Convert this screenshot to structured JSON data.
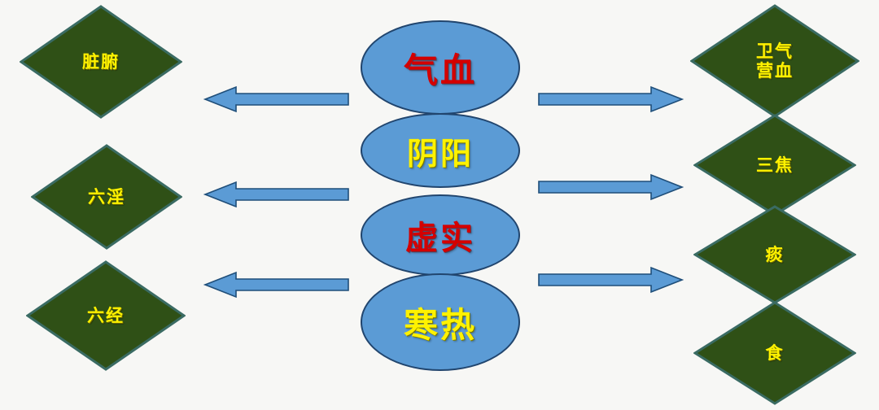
{
  "diagram": {
    "title": "",
    "background_color": "#f7f7f5",
    "palette": {
      "diamond_fill": "#2f5016",
      "diamond_border": "#3a6b63",
      "diamond_text": "#fff200",
      "ellipse_fill": "#5b9bd5",
      "ellipse_border": "#21456e",
      "ellipse_text_red": "#d40000",
      "ellipse_text_yellow": "#fff200",
      "arrow_fill": "#5b9bd5",
      "arrow_border": "#1f4e79"
    },
    "left_nodes": [
      {
        "id": "zangfu",
        "label": "脏腑",
        "shape": "diamond",
        "text_color": "#fff200"
      },
      {
        "id": "liuyin",
        "label": "六淫",
        "shape": "diamond",
        "text_color": "#fff200"
      },
      {
        "id": "liujing",
        "label": "六经",
        "shape": "diamond",
        "text_color": "#fff200"
      }
    ],
    "center_nodes": [
      {
        "id": "qixue",
        "label": "气血",
        "shape": "ellipse",
        "text_color": "#d40000"
      },
      {
        "id": "yinyang",
        "label": "阴阳",
        "shape": "ellipse",
        "text_color": "#fff200"
      },
      {
        "id": "xushi",
        "label": "虚实",
        "shape": "ellipse",
        "text_color": "#d40000"
      },
      {
        "id": "hanre",
        "label": "寒热",
        "shape": "ellipse",
        "text_color": "#fff200"
      }
    ],
    "right_nodes": [
      {
        "id": "weiqiyingxue",
        "label": "卫气\n营血",
        "shape": "diamond",
        "text_color": "#fff200"
      },
      {
        "id": "sanjiao",
        "label": "三焦",
        "shape": "diamond",
        "text_color": "#fff200"
      },
      {
        "id": "tan",
        "label": "痰",
        "shape": "diamond",
        "text_color": "#fff200"
      },
      {
        "id": "shi",
        "label": "食",
        "shape": "diamond",
        "text_color": "#fff200"
      }
    ],
    "arrows_left": [
      {
        "id": "arrow-left-1",
        "direction": "left"
      },
      {
        "id": "arrow-left-2",
        "direction": "left"
      },
      {
        "id": "arrow-left-3",
        "direction": "left"
      }
    ],
    "arrows_right": [
      {
        "id": "arrow-right-1",
        "direction": "right"
      },
      {
        "id": "arrow-right-2",
        "direction": "right"
      },
      {
        "id": "arrow-right-3",
        "direction": "right"
      }
    ]
  }
}
